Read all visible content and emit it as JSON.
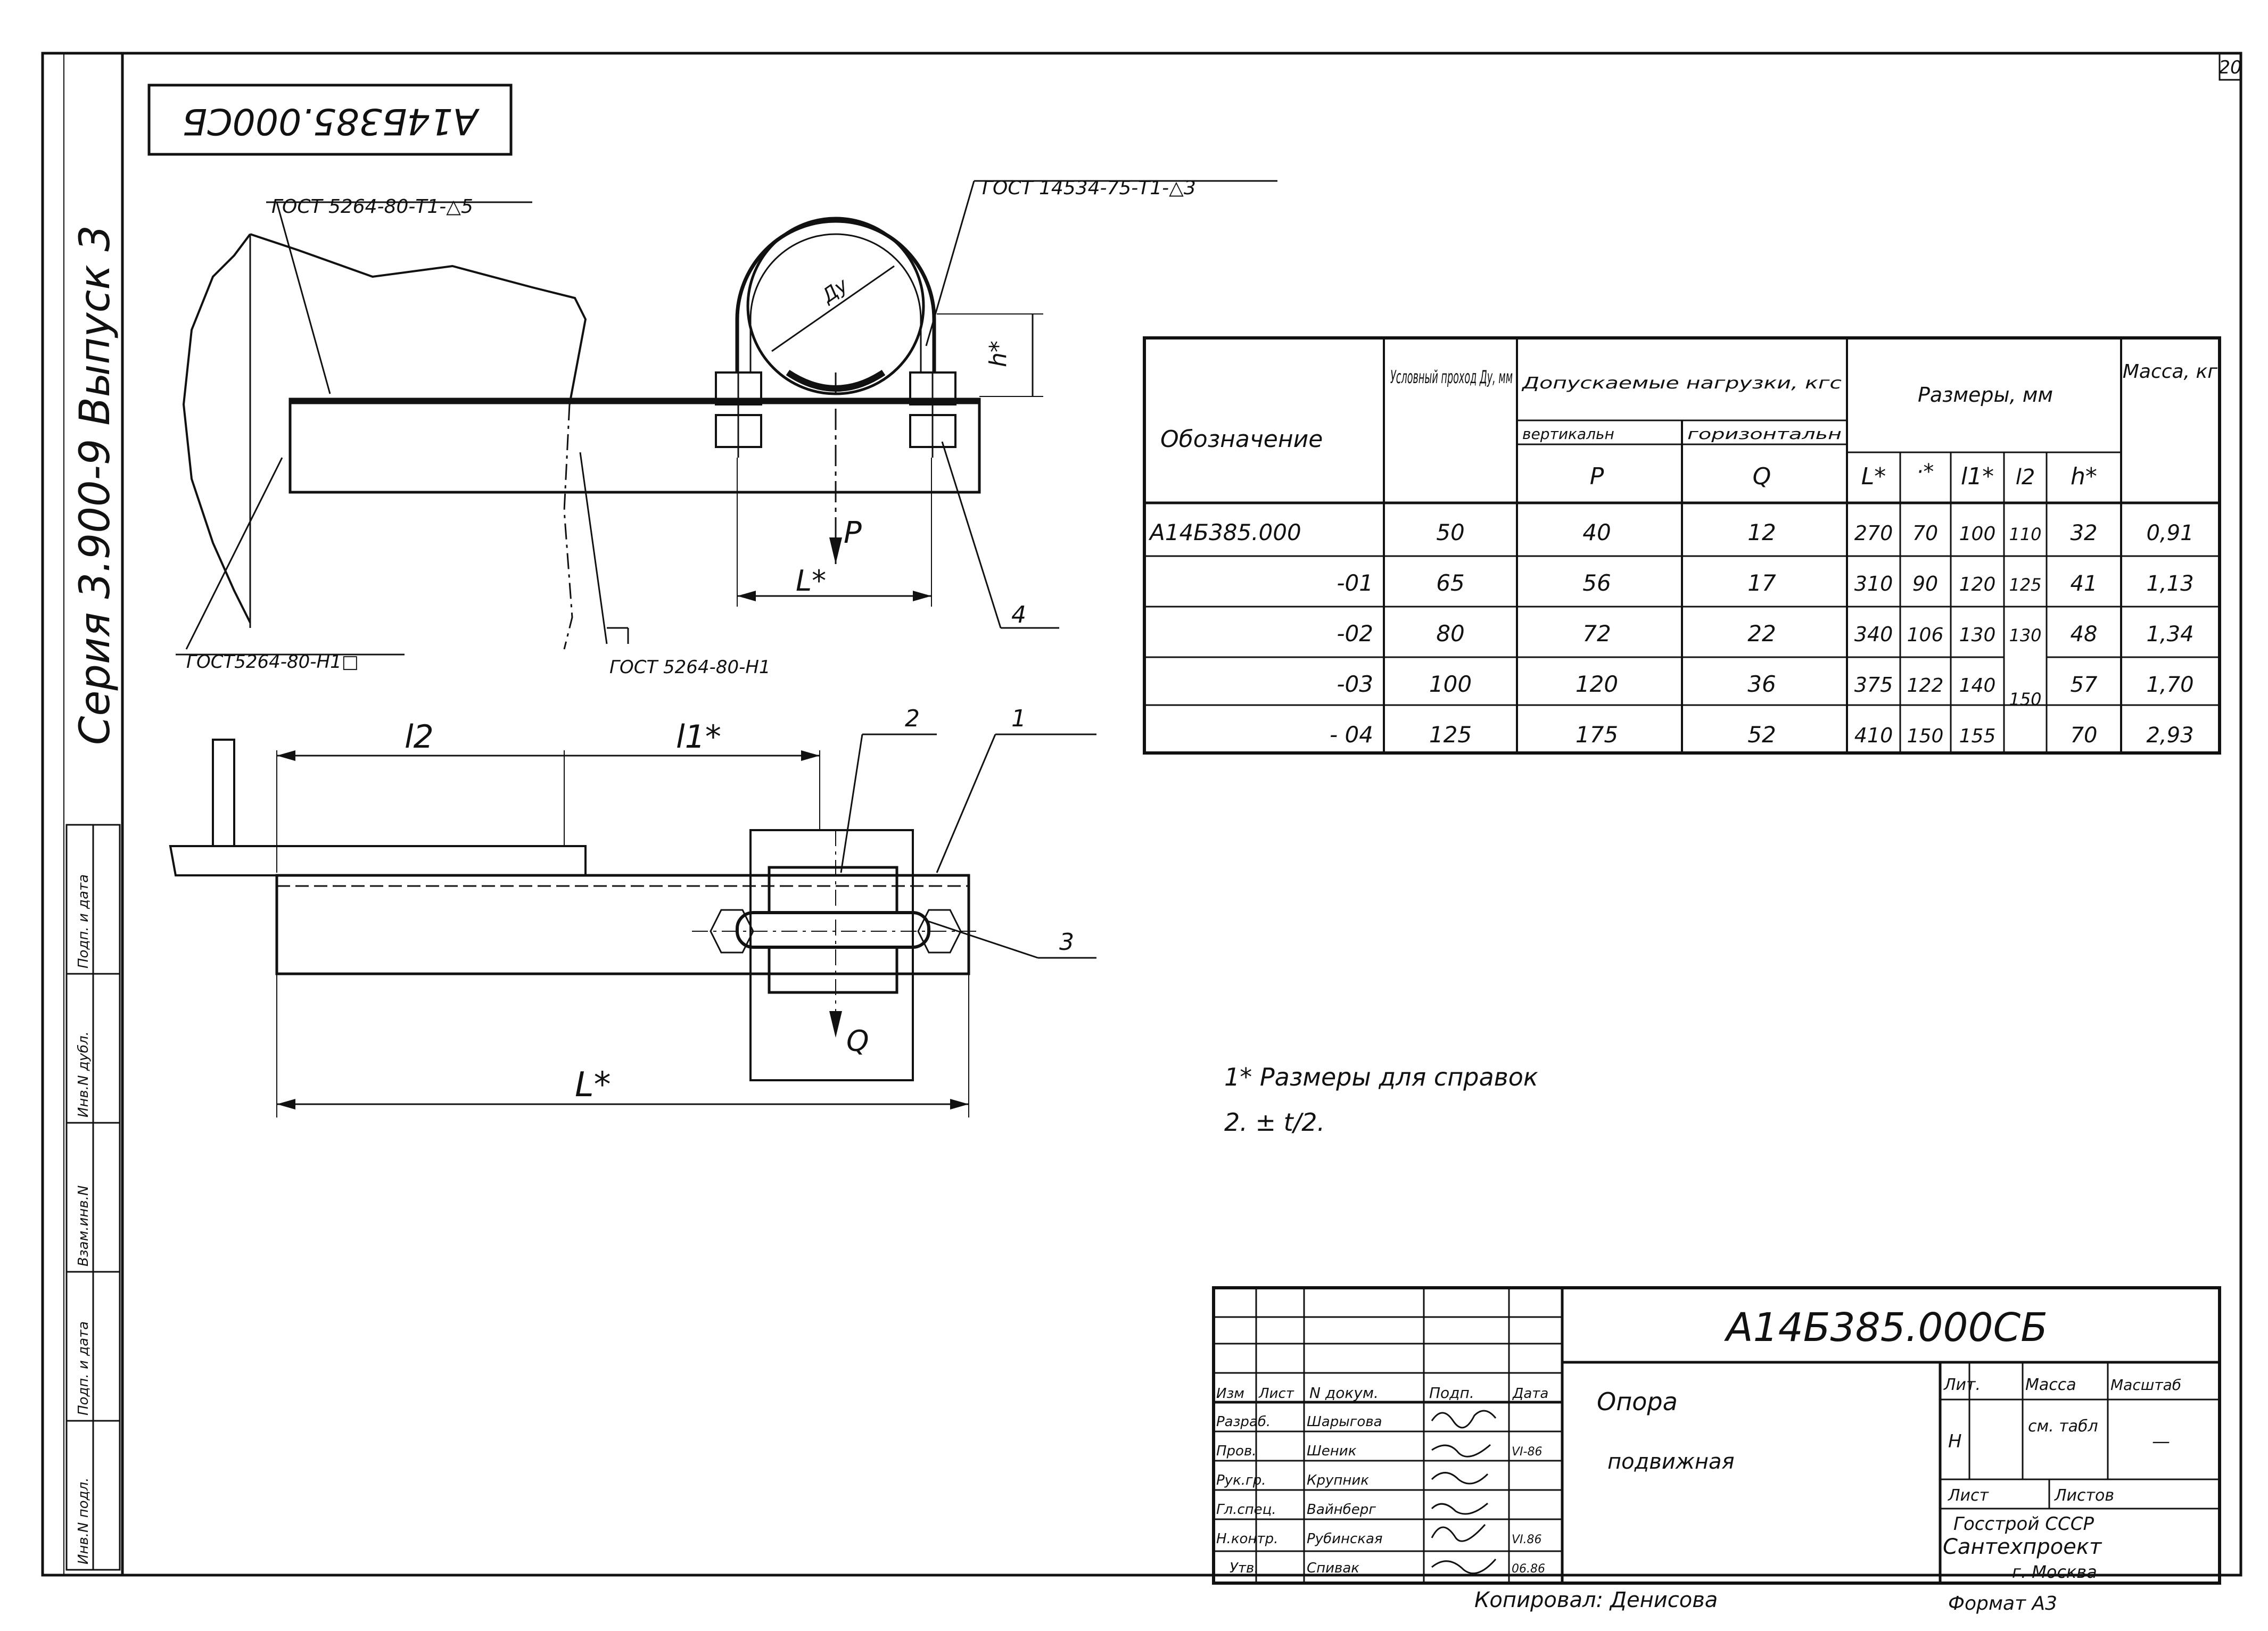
{
  "sheet": {
    "sheet_number": "20",
    "rotated_designation": "А14Б385.000СБ",
    "series_label": "Серия 3.900-9 Выпуск 3",
    "left_stamp_labels": [
      "Инв.N подл.",
      "Подп. и дата",
      "Взам.инв.N",
      "Инв.N дубл.",
      "Подп. и дата"
    ]
  },
  "drawing": {
    "callouts": {
      "weld_top_left": "ГОСТ 5264-80-Т1-△5",
      "weld_top_right": "ГОСТ 14534-75-Т1-△3",
      "weld_bottom_left": "ГОСТ5264-80-Н1□",
      "weld_bottom_mid": "ГОСТ 5264-80-Н1"
    },
    "dims": {
      "du": "Ду",
      "h": "h*",
      "l_star": "L*",
      "p": "P",
      "q": "Q",
      "l2": "l2",
      "l1": "l1*",
      "l_total": "L*"
    },
    "item_numbers": [
      "1",
      "2",
      "3",
      "4"
    ]
  },
  "table": {
    "headers": {
      "designation": "Обозначение",
      "nominal": "Условный проход Ду, мм",
      "loads": "Допускаемые нагрузки, кгс",
      "vertical": "вертикальн",
      "horizontal": "горизонтальн",
      "p": "P",
      "q": "Q",
      "dimensions": "Размеры, мм",
      "L": "L*",
      "col2": "·*",
      "l1": "l1*",
      "l2": "l2",
      "h": "h*",
      "mass": "Масса, кг"
    },
    "rows": [
      {
        "des": "А14Б385.000",
        "du": "50",
        "p": "40",
        "q": "12",
        "L": "270",
        "c2": "70",
        "l1": "100",
        "l2": "110",
        "h": "32",
        "m": "0,91"
      },
      {
        "des": "-01",
        "du": "65",
        "p": "56",
        "q": "17",
        "L": "310",
        "c2": "90",
        "l1": "120",
        "l2": "125",
        "h": "41",
        "m": "1,13"
      },
      {
        "des": "-02",
        "du": "80",
        "p": "72",
        "q": "22",
        "L": "340",
        "c2": "106",
        "l1": "130",
        "l2": "130",
        "h": "48",
        "m": "1,34"
      },
      {
        "des": "-03",
        "du": "100",
        "p": "120",
        "q": "36",
        "L": "375",
        "c2": "122",
        "l1": "140",
        "l2": "150",
        "h": "57",
        "m": "1,70"
      },
      {
        "des": "- 04",
        "du": "125",
        "p": "175",
        "q": "52",
        "L": "410",
        "c2": "150",
        "l1": "155",
        "l2": "",
        "h": "70",
        "m": "2,93"
      }
    ]
  },
  "notes": {
    "note1": "1* Размеры для справок",
    "note2": "2. ± t/2."
  },
  "title_block": {
    "designation": "А14Б385.000СБ",
    "name_line1": "Опора",
    "name_line2": "подвижная",
    "head_izm": "Изм",
    "head_list": "Лист",
    "head_doc": "N докум.",
    "head_podp": "Подп.",
    "head_data": "Дата",
    "roles": [
      {
        "role": "Разраб.",
        "name": "Шарыгова",
        "date": ""
      },
      {
        "role": "Пров.",
        "name": "Шеник",
        "date": "VI-86"
      },
      {
        "role": "Рук.гр.",
        "name": "Крупник",
        "date": ""
      },
      {
        "role": "Гл.спец.",
        "name": "Вайнберг",
        "date": ""
      },
      {
        "role": "Н.контр.",
        "name": "Рубинская",
        "date": "VI.86"
      },
      {
        "role": "Утв.",
        "name": "Спивак",
        "date": "06.86"
      }
    ],
    "lit_label": "Лит.",
    "mass_label": "Масса",
    "scale_label": "Масштаб",
    "lit_value": "Н",
    "mass_value": "см. табл",
    "scale_value": "—",
    "sheet_label": "Лист",
    "sheets_label": "Листов",
    "org_line1": "Госстрой СССР",
    "org_line2": "Сантехпроект",
    "org_line3": "г. Москва",
    "copied": "Копировал: Денисова",
    "format": "Формат А3"
  }
}
